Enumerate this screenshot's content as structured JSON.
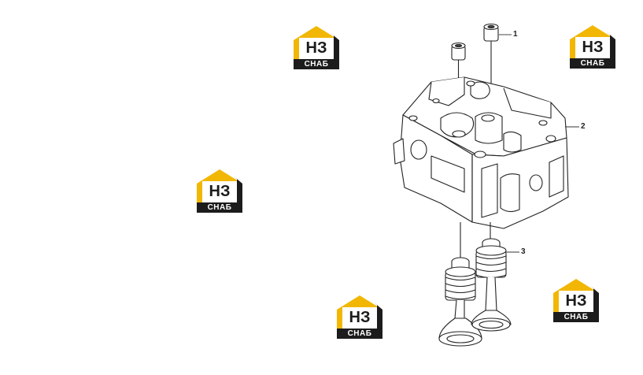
{
  "watermark": {
    "letters": "НЗ",
    "caption": "СНАБ",
    "colors": {
      "roof": "#f2b705",
      "dark": "#1c1c1c",
      "panel": "#ffffff"
    }
  },
  "callouts": [
    {
      "label": "1",
      "part": "valve stem seal"
    },
    {
      "label": "2",
      "part": "cylinder head"
    },
    {
      "label": "3",
      "part": "valve with springs"
    }
  ]
}
